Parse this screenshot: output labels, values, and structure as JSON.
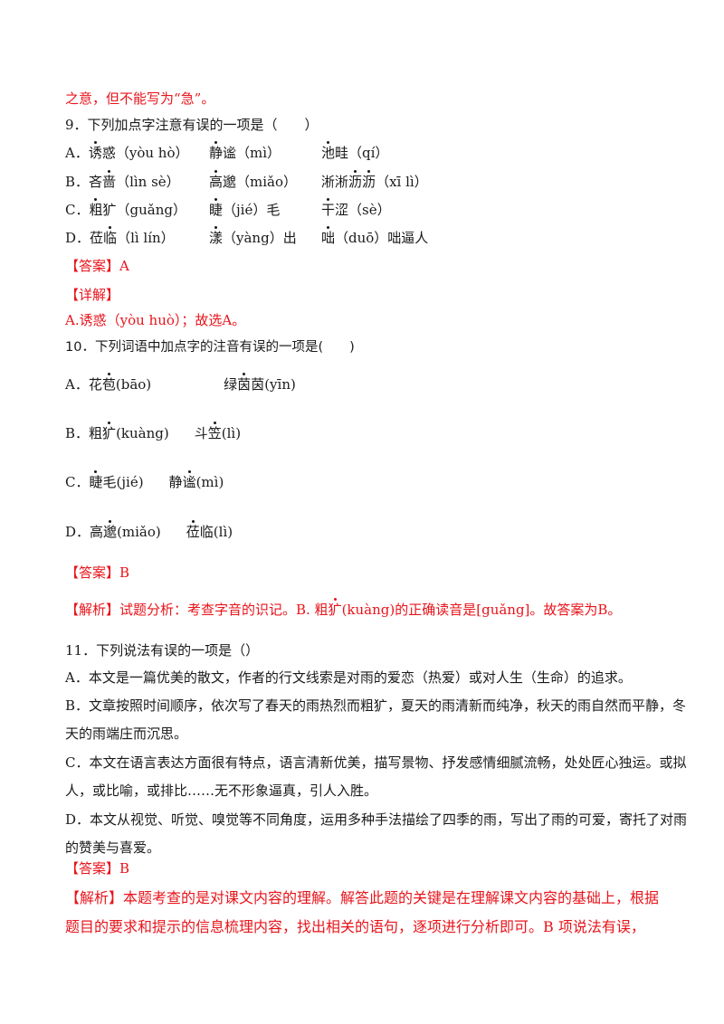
{
  "continuation": "之意，但不能写为“急”。",
  "q9": {
    "stem": "9．下列加点字注意有误的一项是（　　）",
    "options": [
      {
        "label": "A．",
        "a_word": "诱惑",
        "a_dot": "1",
        "a_tail": "（yòu hò）",
        "b_word": "静谧",
        "b_dot": "1",
        "b_tail": "（mì）",
        "c_word": "池畦",
        "c_dot": "1",
        "c_tail": "（qí）"
      },
      {
        "label": "B．",
        "a_word": "吝啬",
        "a_dot": "01",
        "a_tail": "（lìn sè）",
        "b_word": "高邈",
        "b_dot": "1",
        "b_tail": "（miǎo）",
        "c_word": "淅淅沥沥",
        "c_dot": "0011",
        "c_tail": "（xī lì）"
      },
      {
        "label": "C．",
        "a_word": "粗犷",
        "a_dot": "1",
        "a_tail": "（guǎng）",
        "b_word": "睫",
        "b_dot": "1",
        "b_tail": "（jié）毛",
        "c_word": "干涩",
        "c_dot": "1",
        "c_tail": "（sè）"
      },
      {
        "label": "D．",
        "a_word": "莅临",
        "a_dot": "01",
        "a_tail": "（lì lín）",
        "b_word": "漾",
        "b_dot": "1",
        "b_tail": "（yàng）出",
        "c_word": "咄",
        "c_dot": "1",
        "c_tail": "（duō）咄逼人"
      }
    ],
    "answer": "【答案】A",
    "detail_label": "【详解】",
    "detail": "A.诱惑（yòu huò）；故选A。"
  },
  "q10": {
    "stem": "10．下列词语中加点字的注音有误的一项是(　　)",
    "options": [
      {
        "label": "A．",
        "a_word": "花苞",
        "a_dot": "01",
        "a_tail": "(bāo)",
        "b_word": "绿茵茵",
        "b_dot": "010",
        "b_tail": "(yīn)"
      },
      {
        "label": "B．",
        "a_word": "粗犷",
        "a_dot": "01",
        "a_tail": "(kuàng)",
        "b_word": "斗笠",
        "b_dot": "01",
        "b_tail": "(lì)"
      },
      {
        "label": "C．",
        "a_word": "睫毛",
        "a_dot": "10",
        "a_tail": "(jié)",
        "b_word": "静谧",
        "b_dot": "01",
        "b_tail": "(mì)"
      },
      {
        "label": "D．",
        "a_word": "高邈",
        "a_dot": "01",
        "a_tail": "(miǎo)",
        "b_word": "莅临",
        "b_dot": "10",
        "b_tail": "(lì)"
      }
    ],
    "answer": "【答案】B",
    "analysis_pre": "【解析】试题分析：考查字音的识记。B. 粗",
    "analysis_dot": "犷",
    "analysis_post": "(kuàng)的正确读音是[guǎng]。故答案为B。"
  },
  "q11": {
    "stem": "11．下列说法有误的一项是（）",
    "lines": [
      "A．本文是一篇优美的散文，作者的行文线索是对雨的爱恋（热爱）或对人生（生命）的追求。",
      "B．文章按照时间顺序，依次写了春天的雨热烈而粗犷，夏天的雨清新而纯净，秋天的雨自然而平静，冬",
      "天的雨端庄而沉思。",
      "C．本文在语言表达方面很有特点，语言清新优美，描写景物、抒发感情细腻流畅，处处匠心独运。或拟",
      "人，或比喻，或排比……无不形象逼真，引人入胜。",
      "D．本文从视觉、听觉、嗅觉等不同角度，运用多种手法描绘了四季的雨，写出了雨的可爱，寄托了对雨",
      "的赞美与喜爱。"
    ],
    "answer": "【答案】B",
    "analysis_lines": [
      "【解析】本题考查的是对课文内容的理解。解答此题的关键是在理解课文内容的基础上，根据",
      "题目的要求和提示的信息梳理内容，找出相关的语句，逐项进行分析即可。B 项说法有误，"
    ]
  }
}
